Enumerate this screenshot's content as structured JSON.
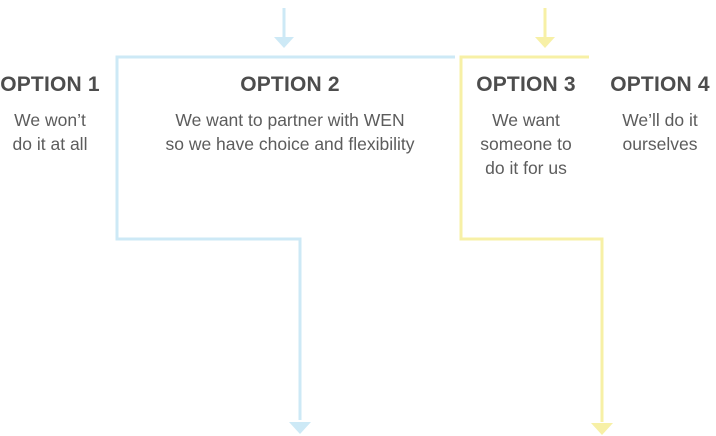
{
  "options": [
    {
      "title": "OPTION 1",
      "lines": [
        "We won’t",
        "do it at all"
      ]
    },
    {
      "title": "OPTION 2",
      "lines": [
        "We want to partner with WEN",
        "so we have choice and flexibility"
      ]
    },
    {
      "title": "OPTION 3",
      "lines": [
        "We want",
        "someone to",
        "do it for us"
      ]
    },
    {
      "title": "OPTION 4",
      "lines": [
        "We’ll do it",
        "ourselves"
      ]
    }
  ],
  "colors": {
    "blue_path": "#cde9f6",
    "yellow_path": "#f7f0a6",
    "title_text": "#4d4d4d",
    "body_text": "#5c5c5c"
  }
}
